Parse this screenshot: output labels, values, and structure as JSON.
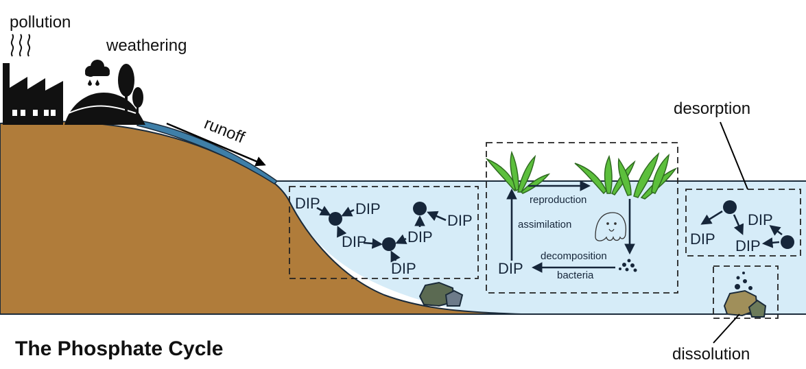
{
  "title": "The Phosphate Cycle",
  "labels": {
    "pollution": "pollution",
    "weathering": "weathering",
    "runoff": "runoff",
    "desorption": "desorption",
    "dissolution": "dissolution"
  },
  "dip_label": "DIP",
  "processes": {
    "reproduction": "reproduction",
    "assimilation": "assimilation",
    "decomposition": "decomposition",
    "bacteria": "bacteria"
  },
  "colors": {
    "soil": "#b07c3a",
    "water": "#d6ecf8",
    "runoff_stream": "#3f7fa8",
    "plant": "#5cbf3c",
    "rock": "#6e7c5a",
    "molecule": "#16263a"
  }
}
